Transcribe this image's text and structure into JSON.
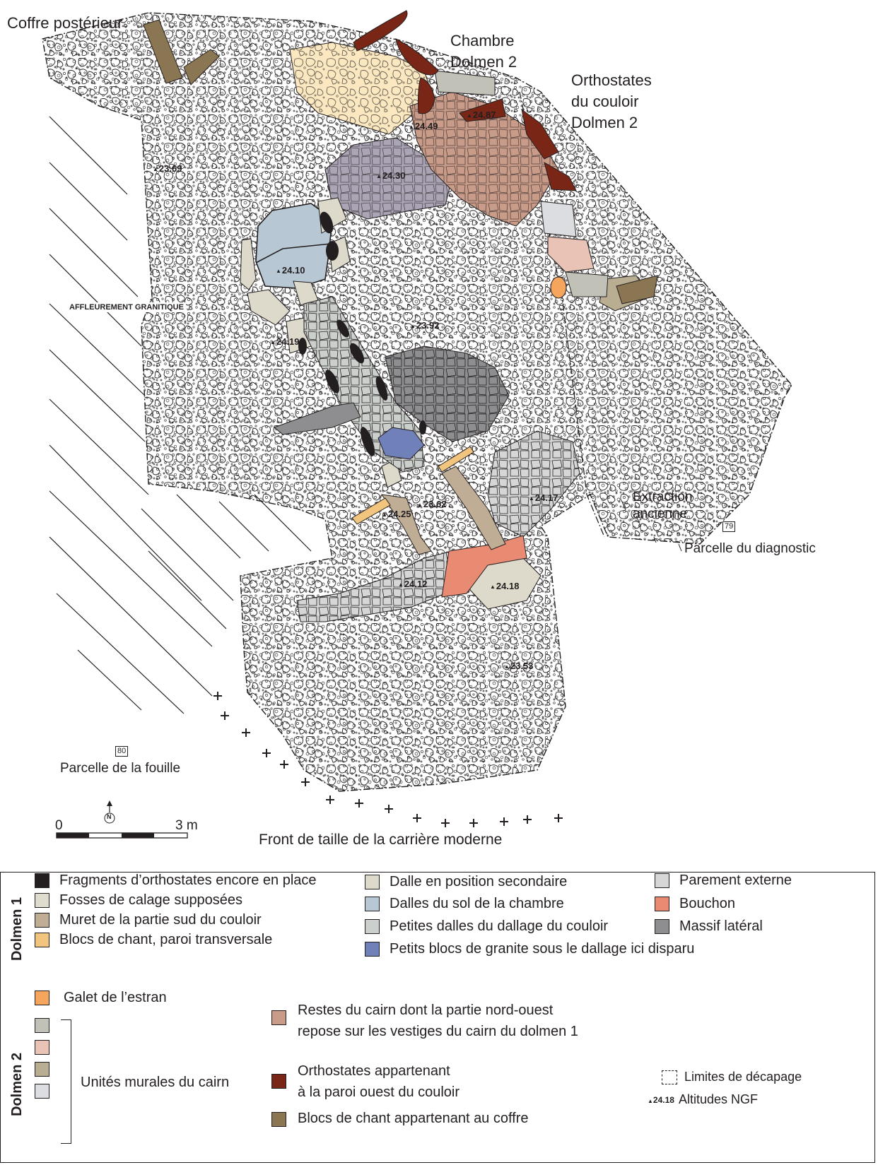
{
  "colors": {
    "orthostate_fragment": "#231f20",
    "fosse_calage": "#dedccc",
    "muret_sud": "#bfae95",
    "blocs_chant": "#f2c57f",
    "dalle_secondaire": "#ddd9cb",
    "dalle_sol_chambre": "#b7c7d3",
    "petites_dalles": "#cbd0cc",
    "petits_blocs_granite": "#7080b8",
    "parement_externe": "#d6d6d6",
    "bouchon": "#e98a72",
    "massif_lateral": "#8e8e91",
    "galet": "#f6a55c",
    "restes_cairn": "#c99b89",
    "unite_murale_1": "#c2c1b8",
    "unite_murale_2": "#e9c4b6",
    "unite_murale_3": "#b9ad92",
    "unite_murale_4": "#dcdde0",
    "orthostates_d2": "#7a2617",
    "coffre": "#8a7653",
    "cairn_d1_upper": "#fbe8c0",
    "cairn_lilac": "#aaa4b5"
  },
  "labels": {
    "coffre": "Coffre postérieur",
    "chambre_1": "Chambre",
    "chambre_2": "Dolmen 2",
    "ortho_1": "Orthostates",
    "ortho_2": "du couloir",
    "ortho_3": "Dolmen 2",
    "affleurement": "AFFLEUREMENT GRANITIQUE",
    "extraction_1": "Extraction",
    "extraction_2": "ancienne",
    "parcelle_diag_num": "79",
    "parcelle_diag": "Parcelle du diagnostic",
    "parcelle_fouille_num": "80",
    "parcelle_fouille": "Parcelle de la fouille",
    "front_taille": "Front de taille de la carrière moderne",
    "scale_zero": "0",
    "scale_end": "3 m",
    "north": "N"
  },
  "altitudes": [
    "23.69",
    "24.30",
    "24.49",
    "24.87",
    "24.10",
    "24.19",
    "23.92",
    "24.25",
    "23.62",
    "24.17",
    "24.12",
    "24.18",
    "23.53"
  ],
  "legend": {
    "dolmen1": "Dolmen 1",
    "dolmen2": "Dolmen 2",
    "d1_items": [
      "Fragments d’orthostates encore en place",
      "Fosses de calage supposées",
      "Muret de la partie sud du couloir",
      "Blocs de chant, paroi transversale",
      "Dalle en position secondaire",
      "Dalles  du sol de la chambre",
      "Petites dalles du dallage du couloir",
      "Petits blocs de granite sous le dallage ici disparu",
      "Parement externe",
      "Bouchon",
      "Massif latéral"
    ],
    "galet": "Galet de l’estran",
    "cairn_1": "Restes du cairn dont la partie nord-ouest",
    "cairn_2": "repose sur les vestiges du cairn du dolmen 1",
    "unites": "Unités murales du cairn",
    "ortho_1": "Orthostates appartenant",
    "ortho_2": "à la paroi ouest du couloir",
    "blocs_coffre": "Blocs de chant appartenant au coffre",
    "limites": "Limites de décapage",
    "altitudes_sample": "24.18",
    "altitudes": "Altitudes NGF"
  }
}
